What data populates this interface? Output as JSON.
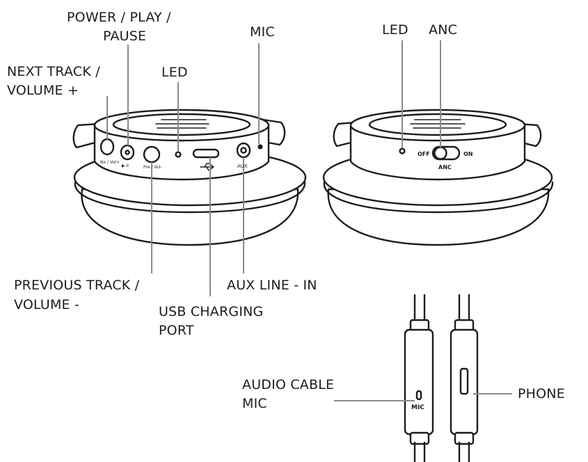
{
  "labels": {
    "power_play_pause_line1": "POWER / PLAY /",
    "power_play_pause_line2": "PAUSE",
    "mic": "MIC",
    "next_track_line1": "NEXT TRACK /",
    "next_track_line2": "VOLUME +",
    "led_left": "LED",
    "led_right": "LED",
    "anc": "ANC",
    "previous_track_line1": "PREVIOUS TRACK /",
    "previous_track_line2": "VOLUME -",
    "aux_line_in": "AUX LINE - IN",
    "usb_charging_line1": "USB CHARGING",
    "usb_charging_line2": "PORT",
    "audio_cable_mic_line1": "AUDIO CABLE",
    "audio_cable_mic_line2": "MIC",
    "phone": "PHONE"
  },
  "device_markings": {
    "next_btn": "Nx / Vol+",
    "play_btn": "▶ II",
    "prev_btn": "Pre / Vol-",
    "aux": "AUX",
    "switch_off": "OFF",
    "switch_on": "ON",
    "switch_anc": "ANC",
    "remote_mic": "MIC"
  },
  "colors": {
    "ink": "#1c1c1c",
    "leader": "#8a8a8a",
    "background": "#ffffff"
  }
}
